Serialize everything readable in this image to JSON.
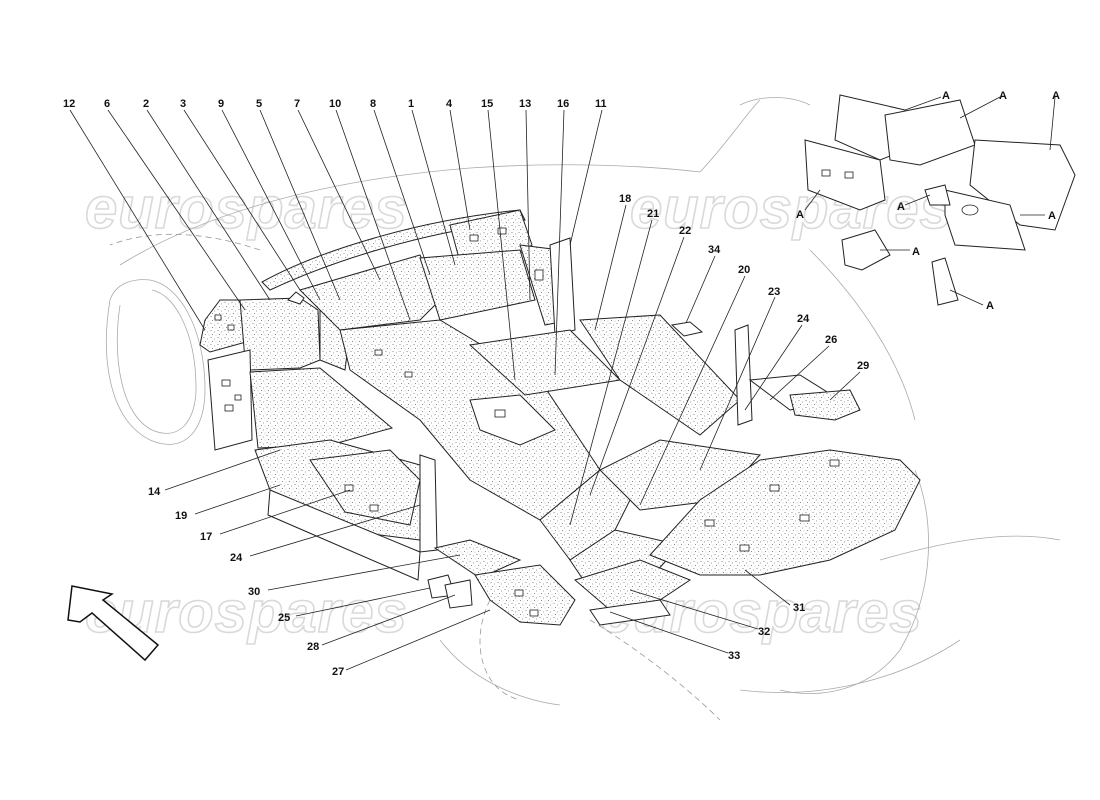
{
  "watermark": {
    "text": "eurospares"
  },
  "labels": [
    {
      "id": "l12",
      "text": "12"
    },
    {
      "id": "l6",
      "text": "6"
    },
    {
      "id": "l2",
      "text": "2"
    },
    {
      "id": "l3",
      "text": "3"
    },
    {
      "id": "l9",
      "text": "9"
    },
    {
      "id": "l5",
      "text": "5"
    },
    {
      "id": "l7",
      "text": "7"
    },
    {
      "id": "l10",
      "text": "10"
    },
    {
      "id": "l8",
      "text": "8"
    },
    {
      "id": "l1",
      "text": "1"
    },
    {
      "id": "l4",
      "text": "4"
    },
    {
      "id": "l15",
      "text": "15"
    },
    {
      "id": "l13",
      "text": "13"
    },
    {
      "id": "l16",
      "text": "16"
    },
    {
      "id": "l11",
      "text": "11"
    },
    {
      "id": "l18",
      "text": "18"
    },
    {
      "id": "l21",
      "text": "21"
    },
    {
      "id": "l22",
      "text": "22"
    },
    {
      "id": "l34",
      "text": "34"
    },
    {
      "id": "l20",
      "text": "20"
    },
    {
      "id": "l23",
      "text": "23"
    },
    {
      "id": "l24a",
      "text": "24"
    },
    {
      "id": "l26",
      "text": "26"
    },
    {
      "id": "l29",
      "text": "29"
    },
    {
      "id": "l14",
      "text": "14"
    },
    {
      "id": "l19",
      "text": "19"
    },
    {
      "id": "l17",
      "text": "17"
    },
    {
      "id": "l24b",
      "text": "24"
    },
    {
      "id": "l30",
      "text": "30"
    },
    {
      "id": "l25",
      "text": "25"
    },
    {
      "id": "l28",
      "text": "28"
    },
    {
      "id": "l27",
      "text": "27"
    },
    {
      "id": "l31",
      "text": "31"
    },
    {
      "id": "l32",
      "text": "32"
    },
    {
      "id": "l33",
      "text": "33"
    },
    {
      "id": "lA1",
      "text": "A"
    },
    {
      "id": "lA2",
      "text": "A"
    },
    {
      "id": "lA3",
      "text": "A"
    },
    {
      "id": "lA4",
      "text": "A"
    },
    {
      "id": "lA5",
      "text": "A"
    },
    {
      "id": "lA6",
      "text": "A"
    },
    {
      "id": "lA7",
      "text": "A"
    },
    {
      "id": "lA8",
      "text": "A"
    }
  ]
}
